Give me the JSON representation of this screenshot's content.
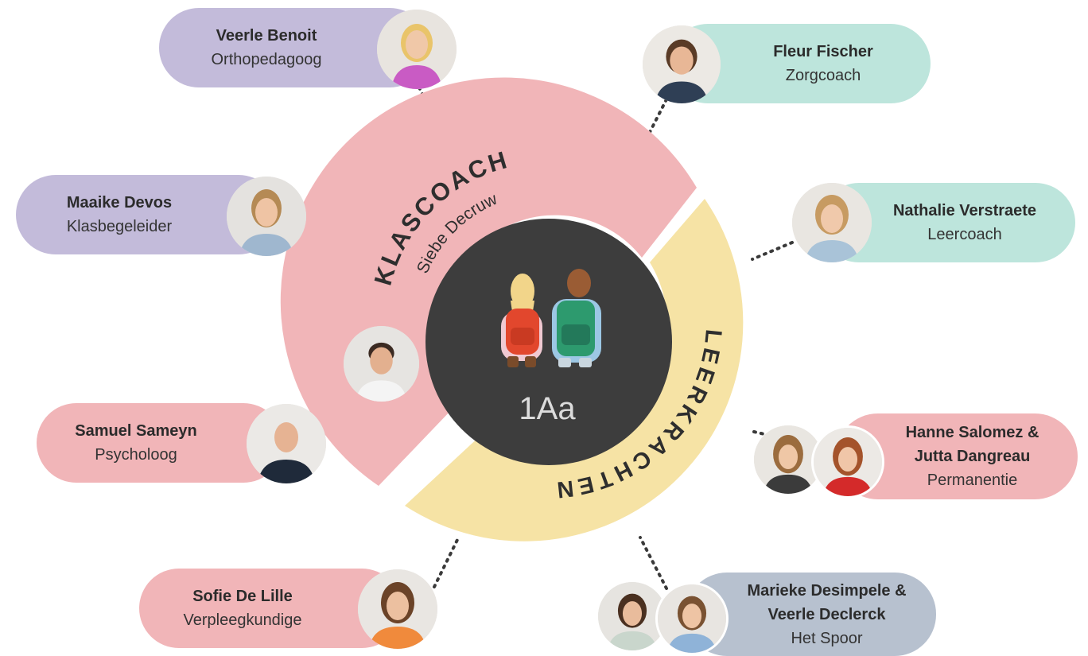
{
  "center": {
    "class_name": "1Aa"
  },
  "rings": {
    "klascoach": {
      "title": "KLASCOACH",
      "person": "Siebe Decruw"
    },
    "leerkrachten": {
      "title": "LEERKRACHTEN"
    }
  },
  "people": {
    "veerle_benoit": {
      "name": "Veerle Benoit",
      "role": "Orthopedagoog"
    },
    "fleur_fischer": {
      "name": "Fleur Fischer",
      "role": "Zorgcoach"
    },
    "maaike_devos": {
      "name": "Maaike Devos",
      "role": "Klasbegeleider"
    },
    "nathalie_verstraete": {
      "name": "Nathalie Verstraete",
      "role": "Leercoach"
    },
    "samuel_sameyn": {
      "name": "Samuel Sameyn",
      "role": "Psycholoog"
    },
    "hanne_jutta": {
      "name_line1": "Hanne Salomez &",
      "name_line2": "Jutta Dangreau",
      "role": "Permanentie"
    },
    "sofie_de_lille": {
      "name": "Sofie De Lille",
      "role": "Verpleegkundige"
    },
    "marieke_veerle": {
      "name_line1": "Marieke Desimpele &",
      "name_line2": "Veerle Declerck",
      "role": "Het Spoor"
    }
  },
  "colors": {
    "lavender": "#c3bbda",
    "mint": "#bde5dc",
    "pink": "#f1b5b8",
    "yellow": "#f6e3a5",
    "slate": "#b7c1cf",
    "center": "#3d3d3d"
  }
}
